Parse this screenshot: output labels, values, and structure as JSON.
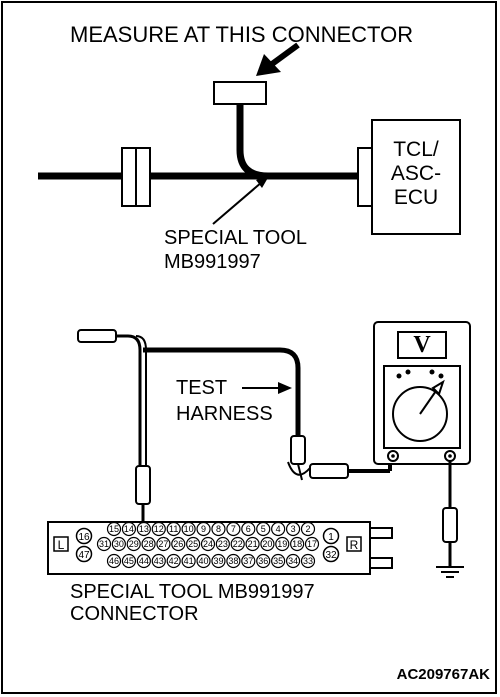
{
  "labels": {
    "measure": "MEASURE AT THIS CONNECTOR",
    "ecu_line1": "TCL/",
    "ecu_line2": "ASC-",
    "ecu_line3": "ECU",
    "special_tool_line1": "SPECIAL TOOL",
    "special_tool_line2": "MB991997",
    "test_line1": "TEST",
    "test_line2": "HARNESS",
    "connector_line1": "SPECIAL TOOL MB991997",
    "connector_line2": "CONNECTOR",
    "code": "AC209767AK"
  },
  "meter": {
    "symbol": "V"
  },
  "connector": {
    "side_left": "L",
    "side_right": "R",
    "left_top": "16",
    "left_bottom": "47",
    "right_top": "1",
    "right_bottom": "32",
    "row1": [
      "15",
      "14",
      "13",
      "12",
      "11",
      "10",
      "9",
      "8",
      "7",
      "6",
      "5",
      "4",
      "3",
      "2"
    ],
    "row2": [
      "31",
      "30",
      "29",
      "28",
      "27",
      "26",
      "25",
      "24",
      "23",
      "22",
      "21",
      "20",
      "19",
      "18",
      "17"
    ],
    "row3": [
      "46",
      "45",
      "44",
      "43",
      "42",
      "41",
      "40",
      "39",
      "38",
      "37",
      "36",
      "35",
      "34",
      "33"
    ]
  }
}
